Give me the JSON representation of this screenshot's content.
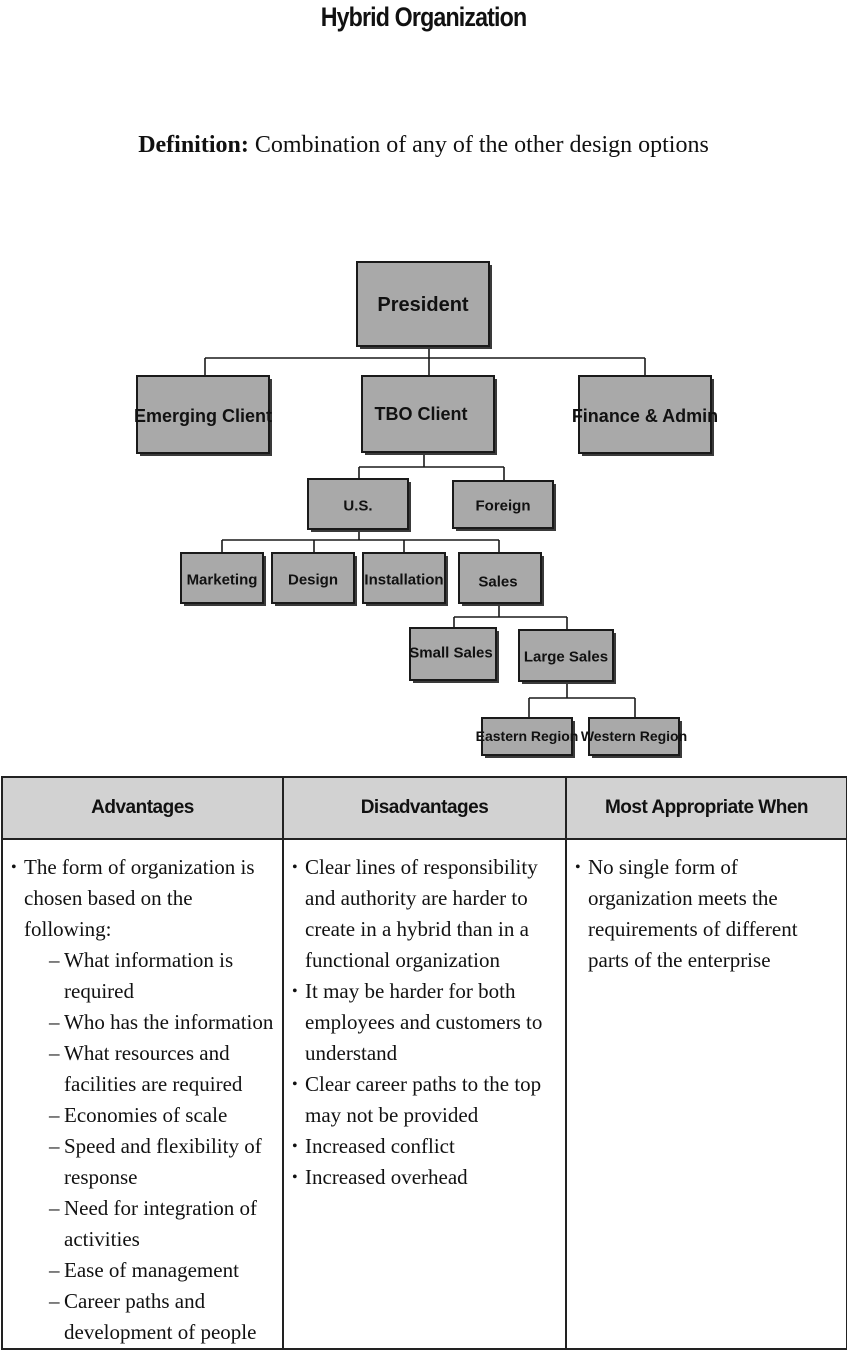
{
  "title": "Hybrid Organization",
  "definition": {
    "label": "Definition:",
    "text": "Combination of any of the other design options"
  },
  "org_chart": {
    "president": "President",
    "emerging_client": "Emerging Client",
    "tbo_client": "TBO Client",
    "finance_admin": "Finance & Admin",
    "us": "U.S.",
    "foreign": "Foreign",
    "marketing": "Marketing",
    "design": "Design",
    "installation": "Installation",
    "sales": "Sales",
    "small_sales": "Small Sales",
    "large_sales": "Large Sales",
    "eastern_region": "Eastern Region",
    "western_region": "Western Region"
  },
  "table": {
    "headers": [
      "Advantages",
      "Disadvantages",
      "Most Appropriate When"
    ],
    "advantages": {
      "intro": "The form of organization is chosen based on the following:",
      "items": [
        "What information is required",
        "Who has the information",
        "What resources and facilities are required",
        "Economies of scale",
        "Speed and flexibility of response",
        "Need for integration of activities",
        "Ease of management",
        "Career paths and development of people"
      ]
    },
    "disadvantages": [
      "Clear lines of responsibility and authority are harder to create in a hybrid than in a functional organization",
      "It may be harder for both employees and customers to understand",
      "Clear career paths to the top may not be provided",
      "Increased conflict",
      "Increased overhead"
    ],
    "most_appropriate": [
      "No single form of organization meets the requirements of different parts of the enterprise"
    ]
  }
}
